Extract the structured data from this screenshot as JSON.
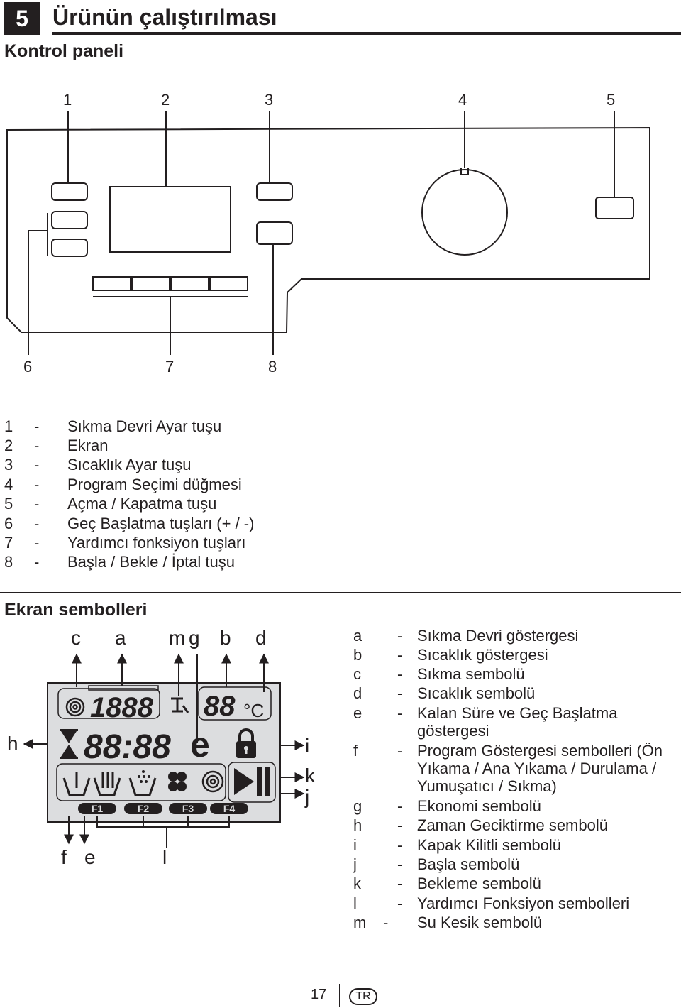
{
  "section": {
    "number": "5",
    "title": "Ürünün çalıştırılması"
  },
  "control_panel": {
    "heading": "Kontrol paneli",
    "top_callouts": [
      "1",
      "2",
      "3",
      "4",
      "5"
    ],
    "bottom_callouts": [
      "6",
      "7",
      "8"
    ],
    "legend": [
      {
        "key": "1",
        "dash": "-",
        "text": "Sıkma Devri Ayar tuşu"
      },
      {
        "key": "2",
        "dash": "-",
        "text": "Ekran"
      },
      {
        "key": "3",
        "dash": "-",
        "text": "Sıcaklık Ayar tuşu"
      },
      {
        "key": "4",
        "dash": "-",
        "text": "Program Seçimi düğmesi"
      },
      {
        "key": "5",
        "dash": "-",
        "text": "Açma / Kapatma tuşu"
      },
      {
        "key": "6",
        "dash": "-",
        "text": "Geç Başlatma tuşları (+ / -)"
      },
      {
        "key": "7",
        "dash": "-",
        "text": "Yardımcı fonksiyon tuşları"
      },
      {
        "key": "8",
        "dash": "-",
        "text": "Başla / Bekle / İptal tuşu"
      }
    ]
  },
  "display_symbols": {
    "heading": "Ekran sembolleri",
    "top_letters": [
      "c",
      "a",
      "m",
      "g",
      "b",
      "d"
    ],
    "left_letters": [
      "h"
    ],
    "right_letters": [
      "i",
      "k",
      "j"
    ],
    "bottom_letters": [
      "f",
      "e",
      "l"
    ],
    "lcd": {
      "spin": "1888",
      "temp": "88",
      "temp_unit": "°C",
      "time": "88:88",
      "e_char": "e",
      "fn_labels": [
        "F1",
        "F2",
        "F3",
        "F4"
      ]
    },
    "legend": [
      {
        "key": "a",
        "dash": "-",
        "text": "Sıkma Devri göstergesi"
      },
      {
        "key": "b",
        "dash": "-",
        "text": "Sıcaklık göstergesi"
      },
      {
        "key": "c",
        "dash": "-",
        "text": "Sıkma sembolü"
      },
      {
        "key": "d",
        "dash": "-",
        "text": "Sıcaklık sembolü"
      },
      {
        "key": "e",
        "dash": "-",
        "text": "Kalan Süre ve Geç Başlatma göstergesi"
      },
      {
        "key": "f",
        "dash": "-",
        "text": "Program Göstergesi sembolleri (Ön Yıkama / Ana Yıkama / Durulama / Yumuşatıcı / Sıkma)"
      },
      {
        "key": "g",
        "dash": "-",
        "text": "Ekonomi sembolü"
      },
      {
        "key": "h",
        "dash": "-",
        "text": "Zaman Geciktirme sembolü"
      },
      {
        "key": "i",
        "dash": "-",
        "text": "Kapak Kilitli sembolü"
      },
      {
        "key": "j",
        "dash": "-",
        "text": "Başla sembolü"
      },
      {
        "key": "k",
        "dash": "-",
        "text": "Bekleme sembolü"
      },
      {
        "key": "l",
        "dash": "-",
        "text": "Yardımcı Fonksiyon sembolleri"
      },
      {
        "key": "m",
        "dash": "-",
        "text": "Su Kesik sembolü"
      }
    ]
  },
  "footer": {
    "page": "17",
    "lang": "TR"
  }
}
